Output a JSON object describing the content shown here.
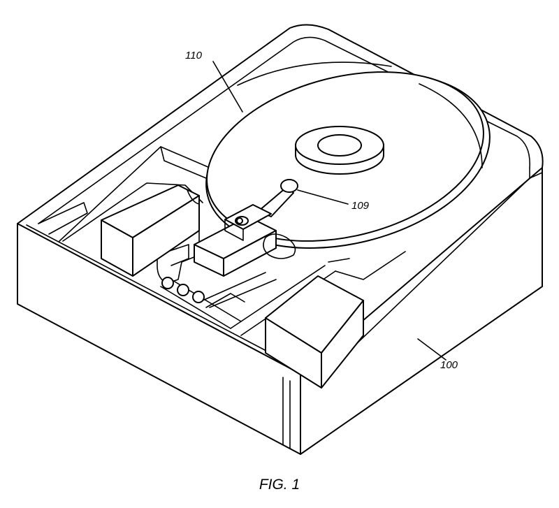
{
  "figure": {
    "caption": "FIG. 1",
    "labels": {
      "disk": "110",
      "head": "109",
      "housing": "100"
    }
  }
}
